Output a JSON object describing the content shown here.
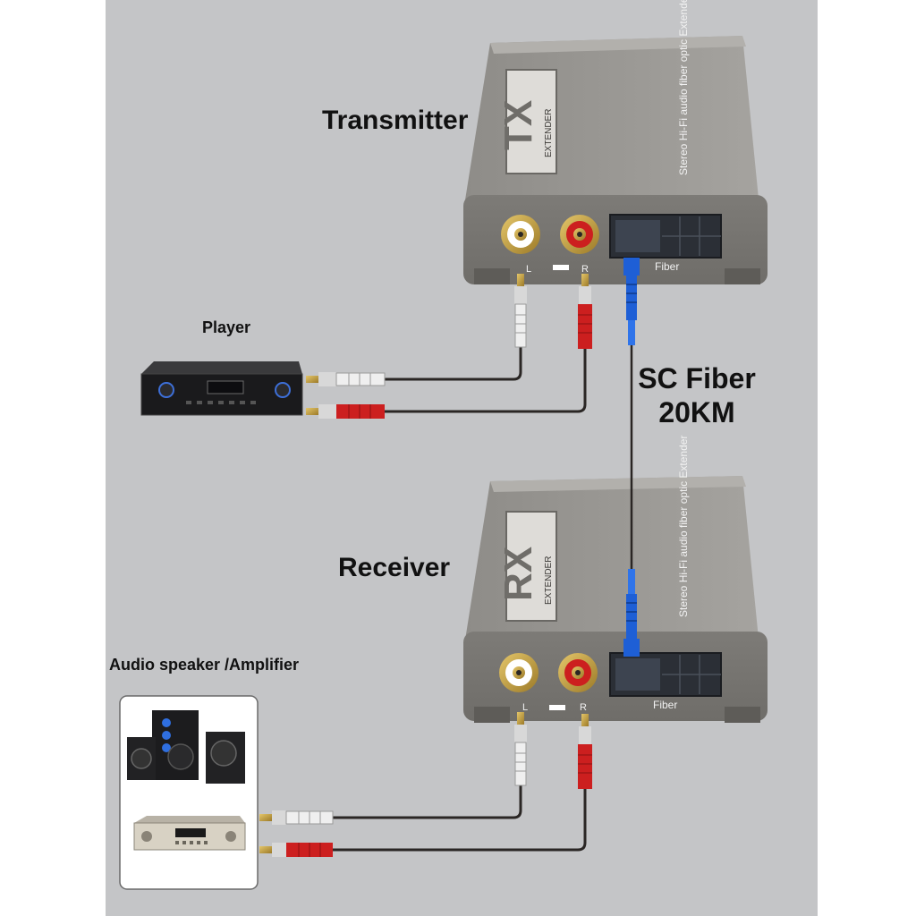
{
  "labels": {
    "transmitter": "Transmitter",
    "receiver": "Receiver",
    "player": "Player",
    "speaker_amp": "Audio speaker /Amplifier",
    "fiber_line1": "SC Fiber",
    "fiber_line2": "20KM"
  },
  "devices": {
    "tx": {
      "logo": "TX",
      "logo_sub": "EXTENDER",
      "product_text": "Stereo Hi-Fi audio fiber optic Extender",
      "port_left": "L",
      "port_right": "R",
      "fiber_port": "Fiber"
    },
    "rx": {
      "logo": "RX",
      "logo_sub": "EXTENDER",
      "product_text": "Stereo Hi-Fi audio fiber optic Extender",
      "port_left": "L",
      "port_right": "R",
      "fiber_port": "Fiber"
    }
  },
  "colors": {
    "background": "#c4c5c7",
    "device_body": "#86847f",
    "cable_red": "#cc1f1f",
    "cable_white": "#e8e8e8",
    "fiber_connector": "#1e5fd6",
    "cable_dark": "#2a2624"
  }
}
